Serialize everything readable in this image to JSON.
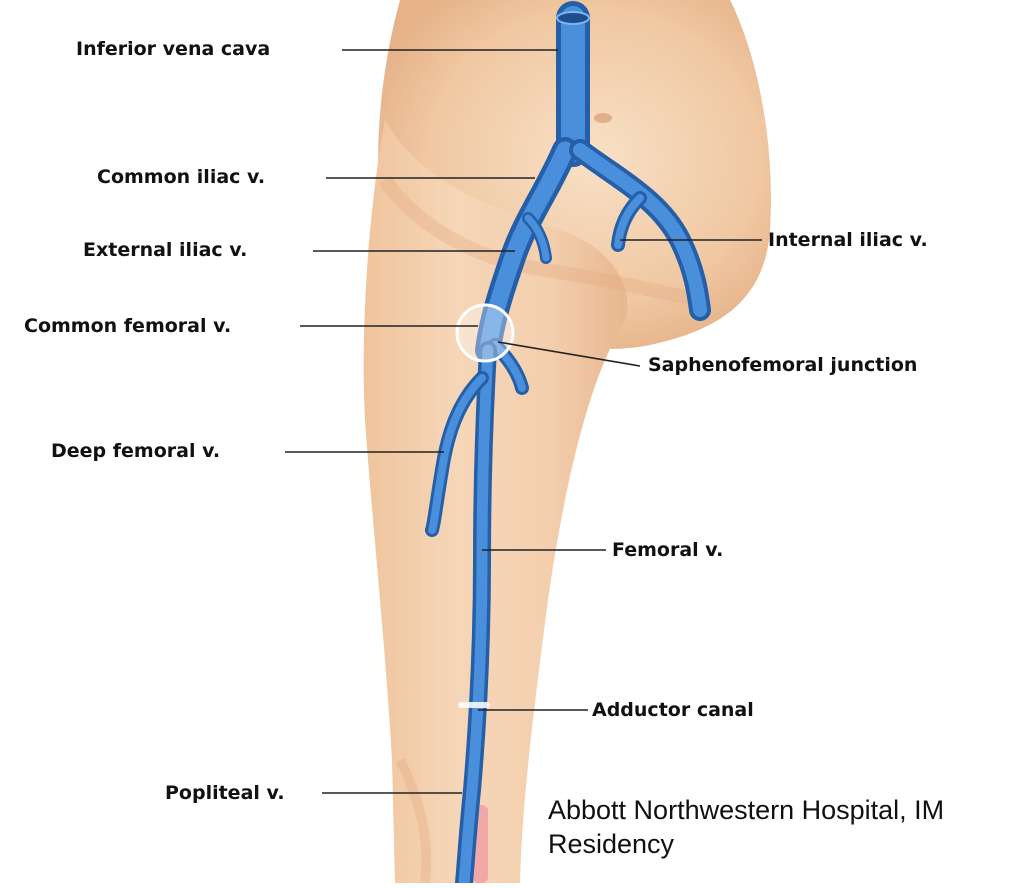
{
  "labels": {
    "inferior_vena_cava": "Inferior vena cava",
    "common_iliac": "Common iliac v.",
    "external_iliac": "External iliac v.",
    "internal_iliac": "Internal iliac v.",
    "common_femoral": "Common femoral v.",
    "saphenofemoral": "Saphenofemoral junction",
    "deep_femoral": "Deep femoral v.",
    "femoral": "Femoral v.",
    "adductor_canal": "Adductor canal",
    "popliteal": "Popliteal v."
  },
  "credit": {
    "line1": "Abbott Northwestern Hospital, IM",
    "line2": "Residency"
  },
  "colors": {
    "skin_light": "#f7dcc0",
    "skin_mid": "#efc49c",
    "skin_shadow": "#e4ad83",
    "vein": "#3a7fd0",
    "vein_dark": "#245fa8",
    "vein_highlight": "#7fb4ee",
    "leader": "#222222",
    "artery_pink": "#f2a8a8"
  }
}
